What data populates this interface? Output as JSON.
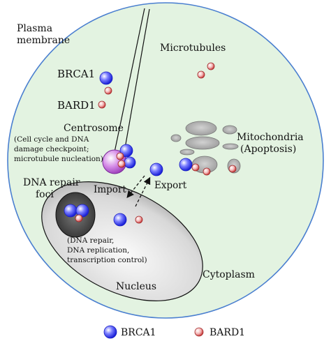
{
  "labels": {
    "plasma_membrane_1": "Plasma",
    "plasma_membrane_2": "membrane",
    "microtubules": "Microtubules",
    "brca1": "BRCA1",
    "bard1": "BARD1",
    "centrosome": "Centrosome",
    "centrosome_note_1": "(Cell cycle and DNA",
    "centrosome_note_2": "damage checkpoint;",
    "centrosome_note_3": "microtubule nucleation)",
    "mitochondria_1": "Mitochondria",
    "mitochondria_2": "(Apoptosis)",
    "dna_repair_foci_1": "DNA repair",
    "dna_repair_foci_2": "foci",
    "import": "Import",
    "export": "Export",
    "nucleus_note_1": "(DNA repair,",
    "nucleus_note_2": "DNA replication,",
    "nucleus_note_3": "transcription control)",
    "nucleus": "Nucleus",
    "cytoplasm": "Cytoplasm"
  },
  "legend": {
    "brca1": "BRCA1",
    "bard1": "BARD1"
  },
  "colors": {
    "cell_fill": "#e3f3e1",
    "cell_stroke": "#4a7fd0",
    "brca1": "#3a3fe8",
    "bard1": "#e06060",
    "centrosome": "#c060d8",
    "mitochondria": "#b8b8b8",
    "nucleus": "#d6d6d6",
    "foci": "#555555"
  }
}
